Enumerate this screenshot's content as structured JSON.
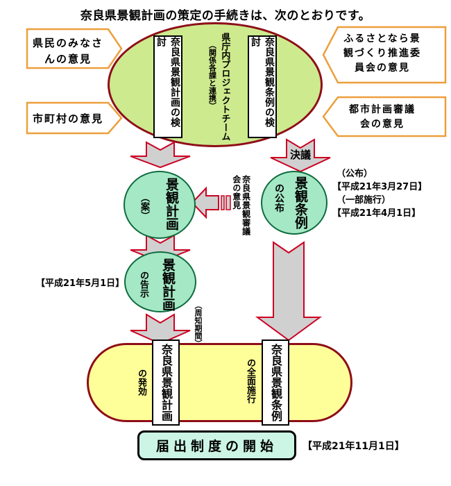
{
  "title": "奈良県景観計画の策定の手続きは、次のとおりです。",
  "callouts": {
    "citizens": "県民のみなさんの意見",
    "municipalities": "市町村の意見",
    "furusato": "ふるさとなら景観づくり推進委員会の意見",
    "city_planning": "都市計画審議会の意見"
  },
  "review_ellipse": {
    "plan_review": "奈良県景観計画の検討",
    "team": "県庁内プロジェクトチーム",
    "team_note": "（関係各課と連携）",
    "ordinance_review": "奈良県景観条例の検討"
  },
  "labels": {
    "resolution": "決議",
    "council_opinion": "奈良県景観審議会の意見",
    "publicity_period": "（周知期間）"
  },
  "nodes": {
    "plan_draft": {
      "main": "景観計画",
      "sub": "（案）"
    },
    "ordinance_promulgation": {
      "main": "景観条例",
      "sub": "の公布"
    },
    "plan_notice": {
      "main": "景観計画",
      "sub": "の告示"
    }
  },
  "dates": {
    "promulgation_label": "（公布）",
    "promulgation": "【平成21年3月27日】",
    "partial_label": "（一部施行）",
    "partial": "【平成21年4月1日】",
    "notice": "【平成21年5月1日】",
    "start": "【平成21年11月1日】"
  },
  "final": {
    "plan": {
      "main": "奈良県景観計画",
      "sub": "の発効"
    },
    "ordinance": {
      "main": "奈良県景観条例",
      "sub": "の全面施行"
    }
  },
  "notification_box": "届出制度の開始",
  "colors": {
    "ellipse_fill": "#cdea8e",
    "dark_red_border": "#8e0d18",
    "circle_fill": "#a5e8c5",
    "circle_border": "#0e6b3e",
    "yellow_fill": "#ffff99",
    "mint_fill": "#ccf5e6",
    "orange_border": "#ec9f3c",
    "arrow_fill": "#d0d0d0",
    "arrow_border": "#cc0022"
  }
}
